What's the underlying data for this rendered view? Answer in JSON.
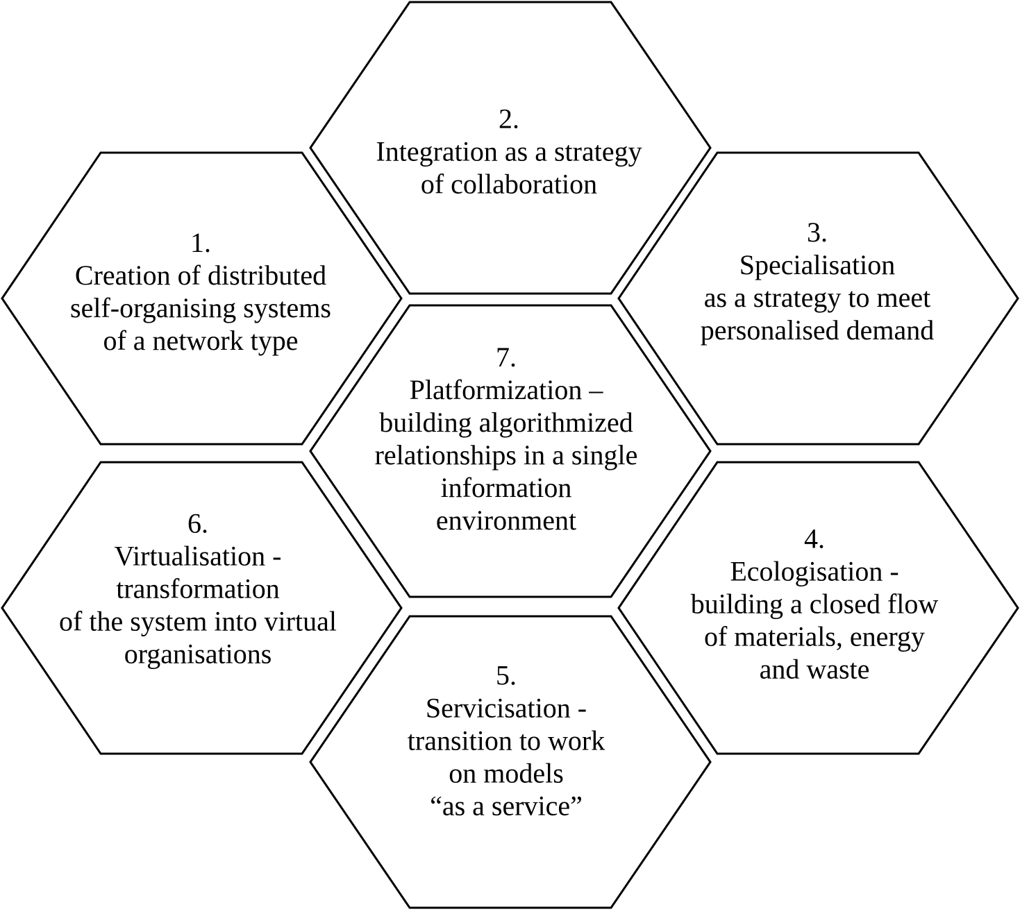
{
  "colors": {
    "outline": "#000000",
    "fill": "#ffffff",
    "text": "#000000"
  },
  "hexagons": [
    {
      "id": "1",
      "lines": [
        "1.",
        "Creation of distributed",
        "self-organising systems",
        "of a network type"
      ]
    },
    {
      "id": "2",
      "lines": [
        "2.",
        "Integration as a strategy",
        "of collaboration"
      ]
    },
    {
      "id": "3",
      "lines": [
        "3.",
        "Specialisation",
        "as a strategy to meet",
        "personalised demand"
      ]
    },
    {
      "id": "4",
      "lines": [
        "4.",
        "Ecologisation -",
        "building a closed flow",
        "of materials, energy",
        "and waste"
      ]
    },
    {
      "id": "5",
      "lines": [
        "5.",
        "Servicisation -",
        "transition to work",
        "on models",
        "“as a service”"
      ]
    },
    {
      "id": "6",
      "lines": [
        "6.",
        "Virtualisation -",
        "transformation",
        "of the system into virtual",
        "organisations"
      ]
    },
    {
      "id": "7",
      "lines": [
        "7.",
        "Platformization –",
        "building algorithmized",
        "relationships in a single",
        "information",
        "environment"
      ]
    }
  ]
}
